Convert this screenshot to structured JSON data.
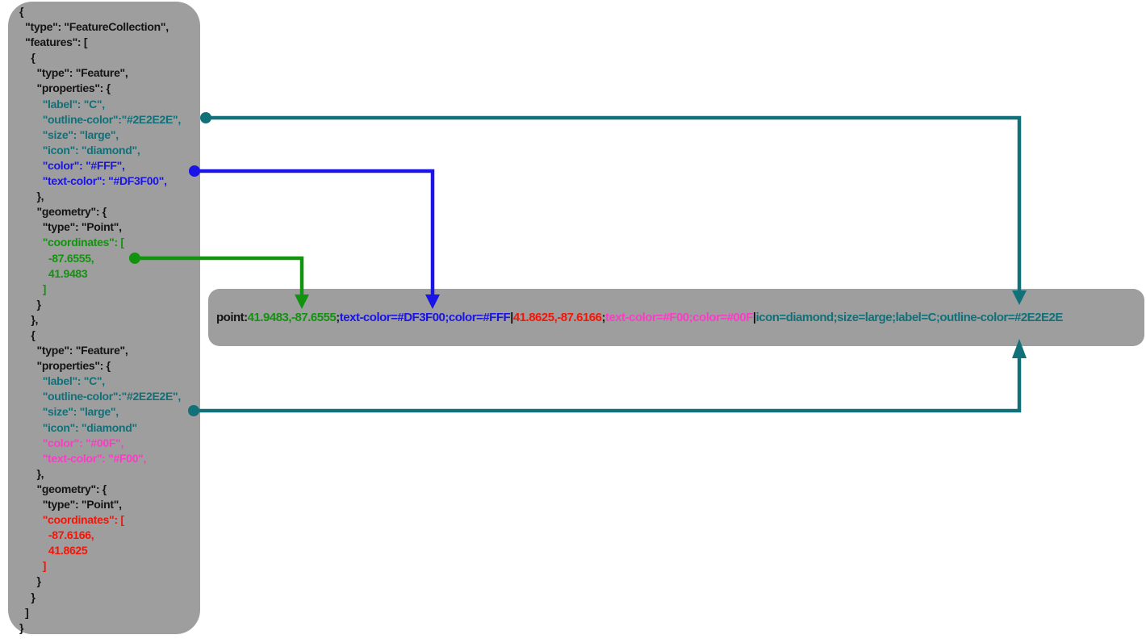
{
  "colors": {
    "page_bg": "#ffffff",
    "panel_bg": "#9e9e9e",
    "black": "#141414",
    "teal": "#117078",
    "blue": "#1a15e6",
    "green": "#12930f",
    "red": "#f51507",
    "pink": "#fb3cc7"
  },
  "geojson_panel": {
    "lines": [
      {
        "t": "{",
        "c": "black"
      },
      {
        "t": "  \"type\": \"FeatureCollection\",",
        "c": "black"
      },
      {
        "t": "  \"features\": [",
        "c": "black"
      },
      {
        "t": "    {",
        "c": "black"
      },
      {
        "t": "      \"type\": \"Feature\",",
        "c": "black"
      },
      {
        "t": "      \"properties\": {",
        "c": "black"
      },
      {
        "t": "        \"label\": \"C\",",
        "c": "teal"
      },
      {
        "t": "        \"outline-color\":\"#2E2E2E\",",
        "c": "teal"
      },
      {
        "t": "        \"size\": \"large\",",
        "c": "teal"
      },
      {
        "t": "        \"icon\": \"diamond\",",
        "c": "teal"
      },
      {
        "t": "        \"color\": \"#FFF\",",
        "c": "blue"
      },
      {
        "t": "        \"text-color\": \"#DF3F00\",",
        "c": "blue"
      },
      {
        "t": "      },",
        "c": "black"
      },
      {
        "t": "      \"geometry\": {",
        "c": "black"
      },
      {
        "t": "        \"type\": \"Point\",",
        "c": "black"
      },
      {
        "t": "        \"coordinates\": [",
        "c": "green"
      },
      {
        "t": "          -87.6555,",
        "c": "green"
      },
      {
        "t": "          41.9483",
        "c": "green"
      },
      {
        "t": "        ]",
        "c": "green"
      },
      {
        "t": "      }",
        "c": "black"
      },
      {
        "t": "    },",
        "c": "black"
      },
      {
        "t": "    {",
        "c": "black"
      },
      {
        "t": "      \"type\": \"Feature\",",
        "c": "black"
      },
      {
        "t": "      \"properties\": {",
        "c": "black"
      },
      {
        "t": "        \"label\": \"C\",",
        "c": "teal"
      },
      {
        "t": "        \"outline-color\":\"#2E2E2E\",",
        "c": "teal"
      },
      {
        "t": "        \"size\": \"large\",",
        "c": "teal"
      },
      {
        "t": "        \"icon\": \"diamond\"",
        "c": "teal"
      },
      {
        "t": "        \"color\": \"#00F\",",
        "c": "pink"
      },
      {
        "t": "        \"text-color\": \"#F00\",",
        "c": "pink"
      },
      {
        "t": "      },",
        "c": "black"
      },
      {
        "t": "      \"geometry\": {",
        "c": "black"
      },
      {
        "t": "        \"type\": \"Point\",",
        "c": "black"
      },
      {
        "t": "        \"coordinates\": [",
        "c": "red"
      },
      {
        "t": "          -87.6166,",
        "c": "red"
      },
      {
        "t": "          41.8625",
        "c": "red"
      },
      {
        "t": "        ]",
        "c": "red"
      },
      {
        "t": "      }",
        "c": "black"
      },
      {
        "t": "    }",
        "c": "black"
      },
      {
        "t": "  ]",
        "c": "black"
      },
      {
        "t": "}",
        "c": "black"
      }
    ]
  },
  "result_bar": {
    "segments": [
      {
        "t": "point:",
        "c": "black"
      },
      {
        "t": "41.9483,-87.6555",
        "c": "green"
      },
      {
        "t": ";",
        "c": "black"
      },
      {
        "t": "text-color=#DF3F00;color=#FFF",
        "c": "blue"
      },
      {
        "t": "|",
        "c": "black"
      },
      {
        "t": "41.8625,-87.6166",
        "c": "red"
      },
      {
        "t": ";",
        "c": "black"
      },
      {
        "t": "text-color=#F00;color=#00F",
        "c": "pink"
      },
      {
        "t": "|",
        "c": "black"
      },
      {
        "t": "icon=diamond;size=large;label=C;outline-color=#2E2E2E",
        "c": "teal"
      }
    ]
  },
  "connectors": [
    {
      "color": "teal",
      "from": "feature-1 outline-color line",
      "to": "shared style segment, top of bar"
    },
    {
      "color": "blue",
      "from": "feature-1 color / text-color lines",
      "to": "feature-1 style segment"
    },
    {
      "color": "green",
      "from": "feature-1 coordinates",
      "to": "feature-1 coordinates segment"
    },
    {
      "color": "teal",
      "from": "feature-2 shared property lines",
      "to": "shared style segment, bottom of bar"
    }
  ]
}
